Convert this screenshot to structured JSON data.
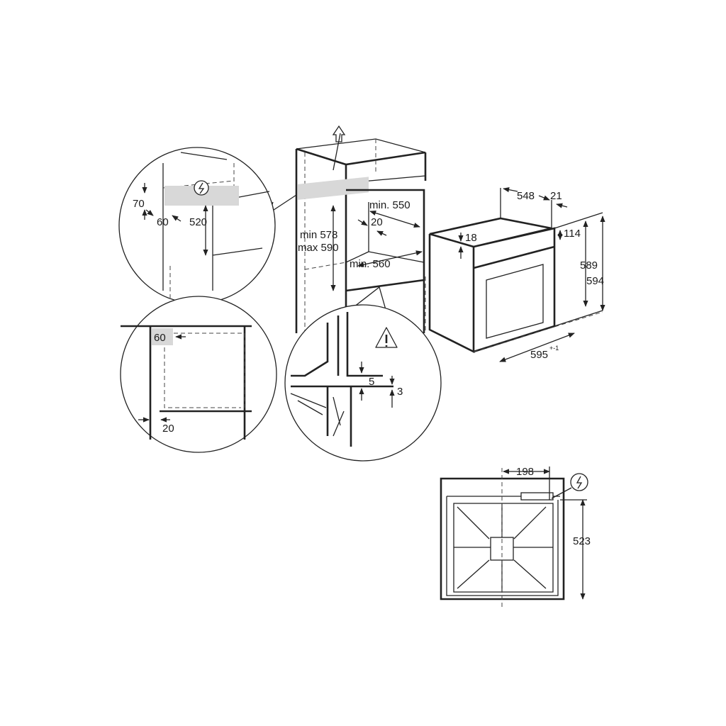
{
  "detail_top_left": {
    "dim_height": "70",
    "dim_depth": "60",
    "dim_cut": "520",
    "icon": "electrical-connection-icon"
  },
  "cabinet": {
    "min_height": "min 578",
    "max_height": "max 590",
    "min_depth": "min. 550",
    "gap": "20",
    "min_width": "min. 560",
    "icon": "arrow-up-icon"
  },
  "oven": {
    "depth": "548",
    "front": "21",
    "top": "18",
    "panel": "114",
    "height_inner": "589",
    "height_outer": "594",
    "width": "595",
    "width_tol": "+-1"
  },
  "detail_bottom_left": {
    "vent": "60",
    "gap": "20"
  },
  "detail_bottom_mid": {
    "gap_a": "5",
    "gap_b": "3",
    "icon": "warning-icon"
  },
  "rear_view": {
    "offset": "198",
    "height": "523",
    "icon": "electrical-connection-icon"
  }
}
